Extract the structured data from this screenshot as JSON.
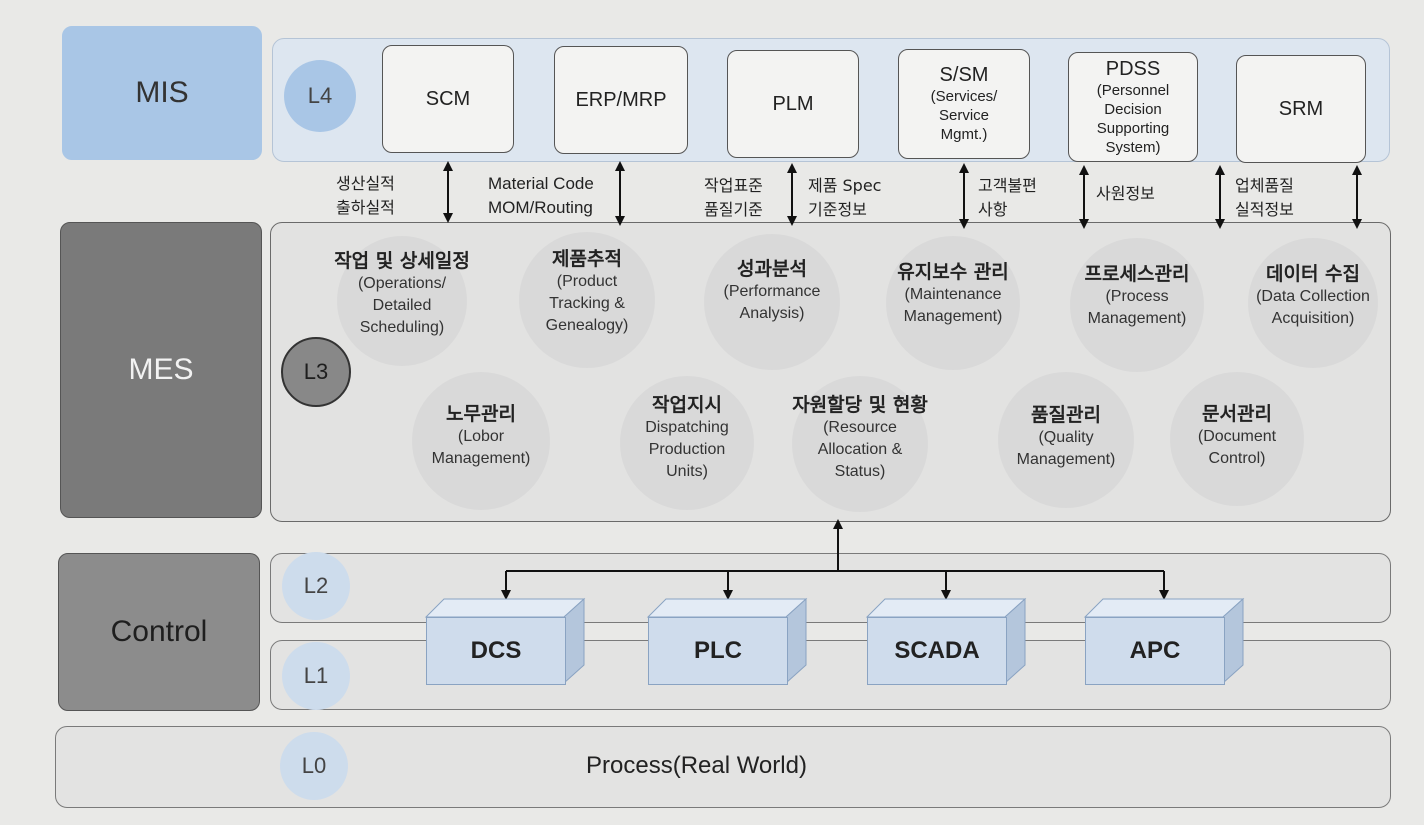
{
  "levels": {
    "mis": "MIS",
    "mes": "MES",
    "control": "Control"
  },
  "level_badges": {
    "l4": "L4",
    "l3": "L3",
    "l2": "L2",
    "l1": "L1",
    "l0": "L0"
  },
  "mis_modules": [
    {
      "title": "SCM"
    },
    {
      "title": "ERP/MRP"
    },
    {
      "title": "PLM"
    },
    {
      "title": "S/SM",
      "sub": [
        "(Services/",
        "Service",
        "Mgmt.)"
      ]
    },
    {
      "title": "PDSS",
      "sub": [
        "(Personnel",
        "Decision",
        "Supporting",
        "System)"
      ]
    },
    {
      "title": "SRM"
    }
  ],
  "connectors": [
    {
      "left": [
        "생산실적",
        "출하실적"
      ],
      "right": []
    },
    {
      "left": [
        "Material Code",
        "MOM/Routing"
      ],
      "right": []
    },
    {
      "left": [
        "작업표준",
        "품질기준"
      ],
      "right": [
        "제품 Spec",
        "기준정보"
      ]
    },
    {
      "left": [],
      "right": [
        "고객불편",
        "사항"
      ]
    },
    {
      "left": [],
      "right": [
        "사원정보"
      ]
    },
    {
      "left": [],
      "right": [
        "업체품질",
        "실적정보"
      ]
    },
    {
      "left": [],
      "right": []
    }
  ],
  "mes_functions_row1": [
    {
      "ko": "작업 및 상세일정",
      "en": [
        "(Operations/",
        "Detailed",
        "Scheduling)"
      ]
    },
    {
      "ko": "제품추적",
      "en": [
        "(Product",
        "Tracking &",
        "Genealogy)"
      ]
    },
    {
      "ko": "성과분석",
      "en": [
        "(Performance",
        "Analysis)"
      ]
    },
    {
      "ko": "유지보수 관리",
      "en": [
        "(Maintenance",
        "Management)"
      ]
    },
    {
      "ko": "프로세스관리",
      "en": [
        "(Process",
        "Management)"
      ]
    },
    {
      "ko": "데이터 수집",
      "en": [
        "(Data Collection",
        "Acquisition)"
      ]
    }
  ],
  "mes_functions_row2": [
    {
      "ko": "노무관리",
      "en": [
        "(Lobor",
        "Management)"
      ]
    },
    {
      "ko": "작업지시",
      "en": [
        "Dispatching",
        "Production",
        "Units)"
      ]
    },
    {
      "ko": "자원할당 및 현황",
      "en": [
        "(Resource",
        "Allocation &",
        "Status)"
      ]
    },
    {
      "ko": "품질관리",
      "en": [
        "(Quality",
        "Management)"
      ]
    },
    {
      "ko": "문서관리",
      "en": [
        "(Document",
        "Control)"
      ]
    }
  ],
  "control_devices": [
    "DCS",
    "PLC",
    "SCADA",
    "APC"
  ],
  "process": "Process(Real World)",
  "colors": {
    "mis_label": "#a9c6e6",
    "mes_label": "#7a7a7a",
    "control_label": "#8c8c8c",
    "device": "#cfdcec",
    "circle": "#d9d9d9"
  }
}
